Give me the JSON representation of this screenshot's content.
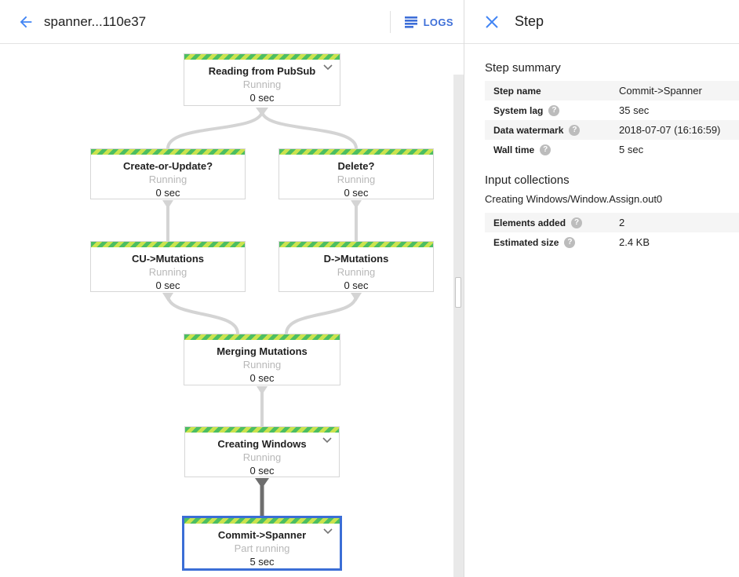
{
  "header": {
    "title": "spanner...110e37",
    "logs_label": "LOGS"
  },
  "panel": {
    "title": "Step",
    "summary_heading": "Step summary",
    "summary_rows": [
      {
        "label": "Step name",
        "value": "Commit->Spanner"
      },
      {
        "label": "System lag",
        "value": "35 sec"
      },
      {
        "label": "Data watermark",
        "value": "2018-07-07 (16:16:59)"
      },
      {
        "label": "Wall time",
        "value": "5 sec"
      }
    ],
    "input_heading": "Input collections",
    "input_collection": "Creating Windows/Window.Assign.out0",
    "input_rows": [
      {
        "label": "Elements added",
        "value": "2"
      },
      {
        "label": "Estimated size",
        "value": "2.4 KB"
      }
    ]
  },
  "graph": {
    "nodes": [
      {
        "title": "Reading from PubSub",
        "status": "Running",
        "time": "0 sec"
      },
      {
        "title": "Create-or-Update?",
        "status": "Running",
        "time": "0 sec"
      },
      {
        "title": "Delete?",
        "status": "Running",
        "time": "0 sec"
      },
      {
        "title": "CU->Mutations",
        "status": "Running",
        "time": "0 sec"
      },
      {
        "title": "D->Mutations",
        "status": "Running",
        "time": "0 sec"
      },
      {
        "title": "Merging Mutations",
        "status": "Running",
        "time": "0 sec"
      },
      {
        "title": "Creating Windows",
        "status": "Running",
        "time": "0 sec"
      },
      {
        "title": "Commit->Spanner",
        "status": "Part running",
        "time": "5 sec"
      }
    ]
  },
  "icons": {
    "help": "?"
  },
  "colors": {
    "accent_blue": "#4285f4",
    "selected_border": "#3b6ed6",
    "running_stripe_green": "#4cbe62",
    "running_stripe_yellow": "#cbe34e",
    "edge_gray": "#d4d4d4",
    "edge_dark": "#6e6e6e"
  }
}
